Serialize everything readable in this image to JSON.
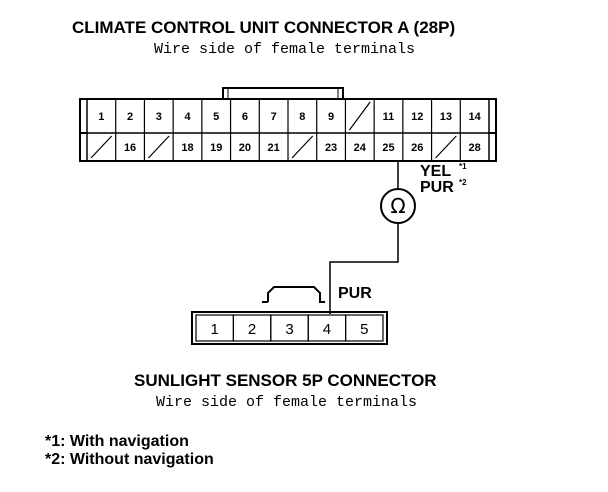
{
  "connector_a": {
    "title": "CLIMATE CONTROL UNIT CONNECTOR A (28P)",
    "subtitle": "Wire side of female terminals",
    "top_row": [
      "1",
      "2",
      "3",
      "4",
      "5",
      "6",
      "7",
      "8",
      "9",
      "",
      "11",
      "12",
      "13",
      "14"
    ],
    "bottom_row": [
      "",
      "16",
      "",
      "18",
      "19",
      "20",
      "21",
      "",
      "23",
      "24",
      "25",
      "26",
      "",
      "28"
    ]
  },
  "meter": {
    "symbol": "Ω",
    "wire_label_1": "YEL",
    "wire_label_1_mark": "*1",
    "wire_label_2": "PUR",
    "wire_label_2_mark": "*2"
  },
  "connector_b": {
    "wire_label": "PUR",
    "pins": [
      "1",
      "2",
      "3",
      "4",
      "5"
    ],
    "title": "SUNLIGHT SENSOR 5P CONNECTOR",
    "subtitle": "Wire side of female terminals"
  },
  "notes": {
    "note1": "*1: With navigation",
    "note2": "*2: Without navigation"
  }
}
